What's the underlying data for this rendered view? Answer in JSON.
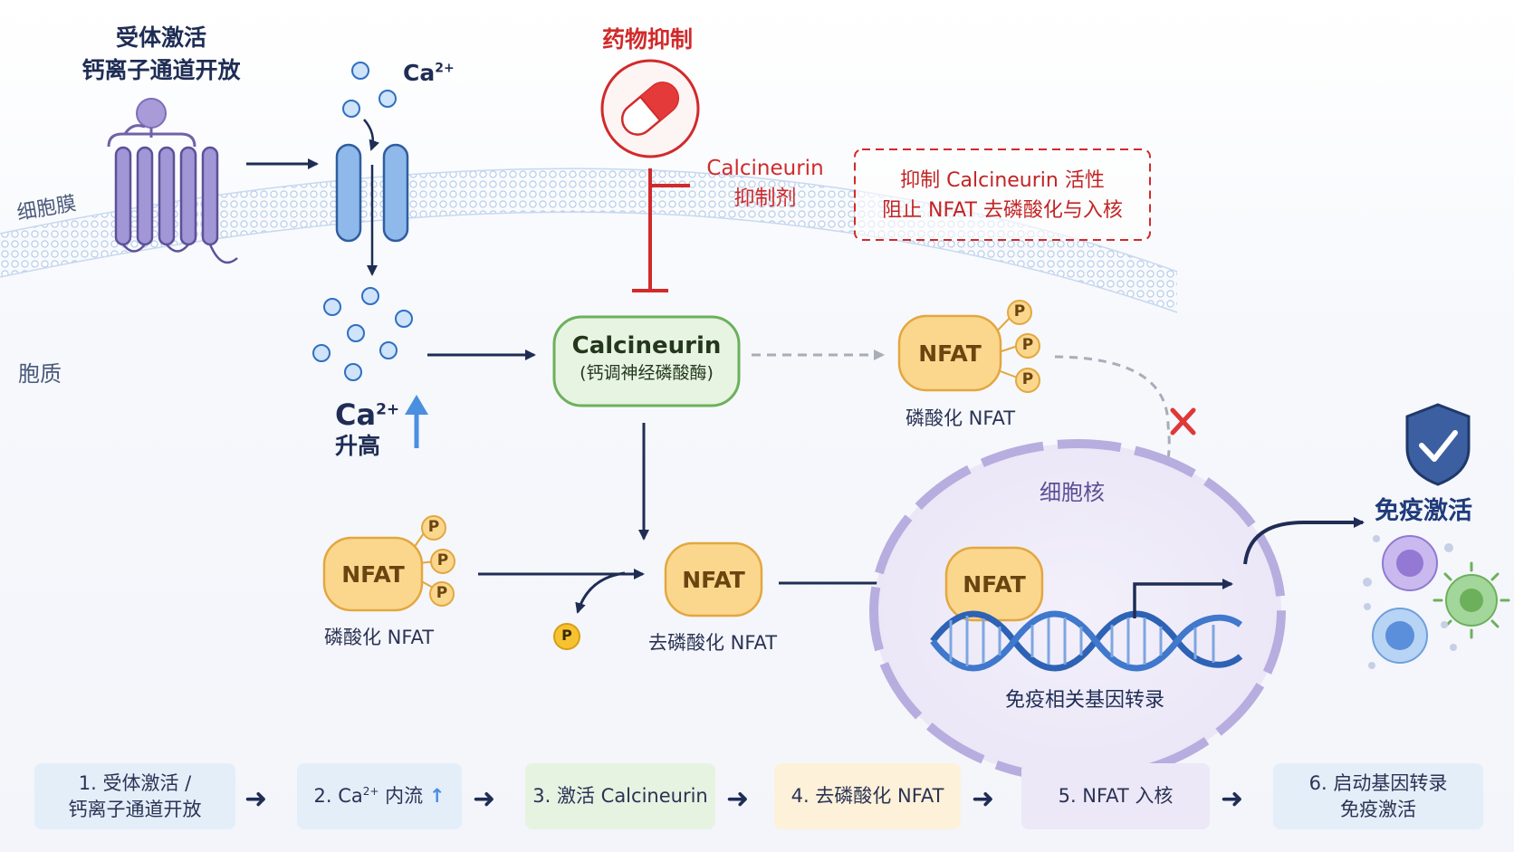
{
  "labels": {
    "receptor": [
      "受体激活",
      "钙离子通道开放"
    ],
    "membrane": "细胞膜",
    "cytoplasm": "胞质",
    "ca_top": "Ca",
    "ca_top_sup": "2+",
    "ca_rise": "Ca",
    "ca_rise_sup": "2+",
    "ca_rise_sub": "升高",
    "drug_title": "药物抑制",
    "inhibitor": [
      "Calcineurin",
      "抑制剂"
    ],
    "inhibit_box": [
      "抑制 Calcineurin 活性",
      "阻止 NFAT 去磷酸化与入核"
    ],
    "calcineurin": "Calcineurin",
    "calcineurin_sub": "(钙调神经磷酸酶)",
    "nfat": "NFAT",
    "p": "P",
    "phospho_nfat": "磷酸化 NFAT",
    "dephospho_nfat": "去磷酸化 NFAT",
    "nucleus": "细胞核",
    "gene_transcription": "免疫相关基因转录",
    "immune_activation": "免疫激活"
  },
  "steps": [
    {
      "lines": [
        "1. 受体激活 /",
        "钙离子通道开放"
      ]
    },
    {
      "prefix": "2. Ca",
      "sup": "2+",
      "suffix": " 内流",
      "arrow": "↑"
    },
    {
      "lines": [
        "3. 激活 Calcineurin"
      ]
    },
    {
      "lines": [
        "4. 去磷酸化 NFAT"
      ]
    },
    {
      "lines": [
        "5. NFAT 入核"
      ]
    },
    {
      "lines": [
        "6. 启动基因转录",
        "免疫激活"
      ]
    }
  ],
  "colors": {
    "navy": "#1f2d55",
    "red": "#d12a2a",
    "green_fill": "#e6f4e1",
    "green_stroke": "#6db05c",
    "nfat_fill": "#fbd78e",
    "nfat_stroke": "#e3a73f",
    "purple": "#9a8fd0",
    "blue": "#4a8fe0"
  }
}
